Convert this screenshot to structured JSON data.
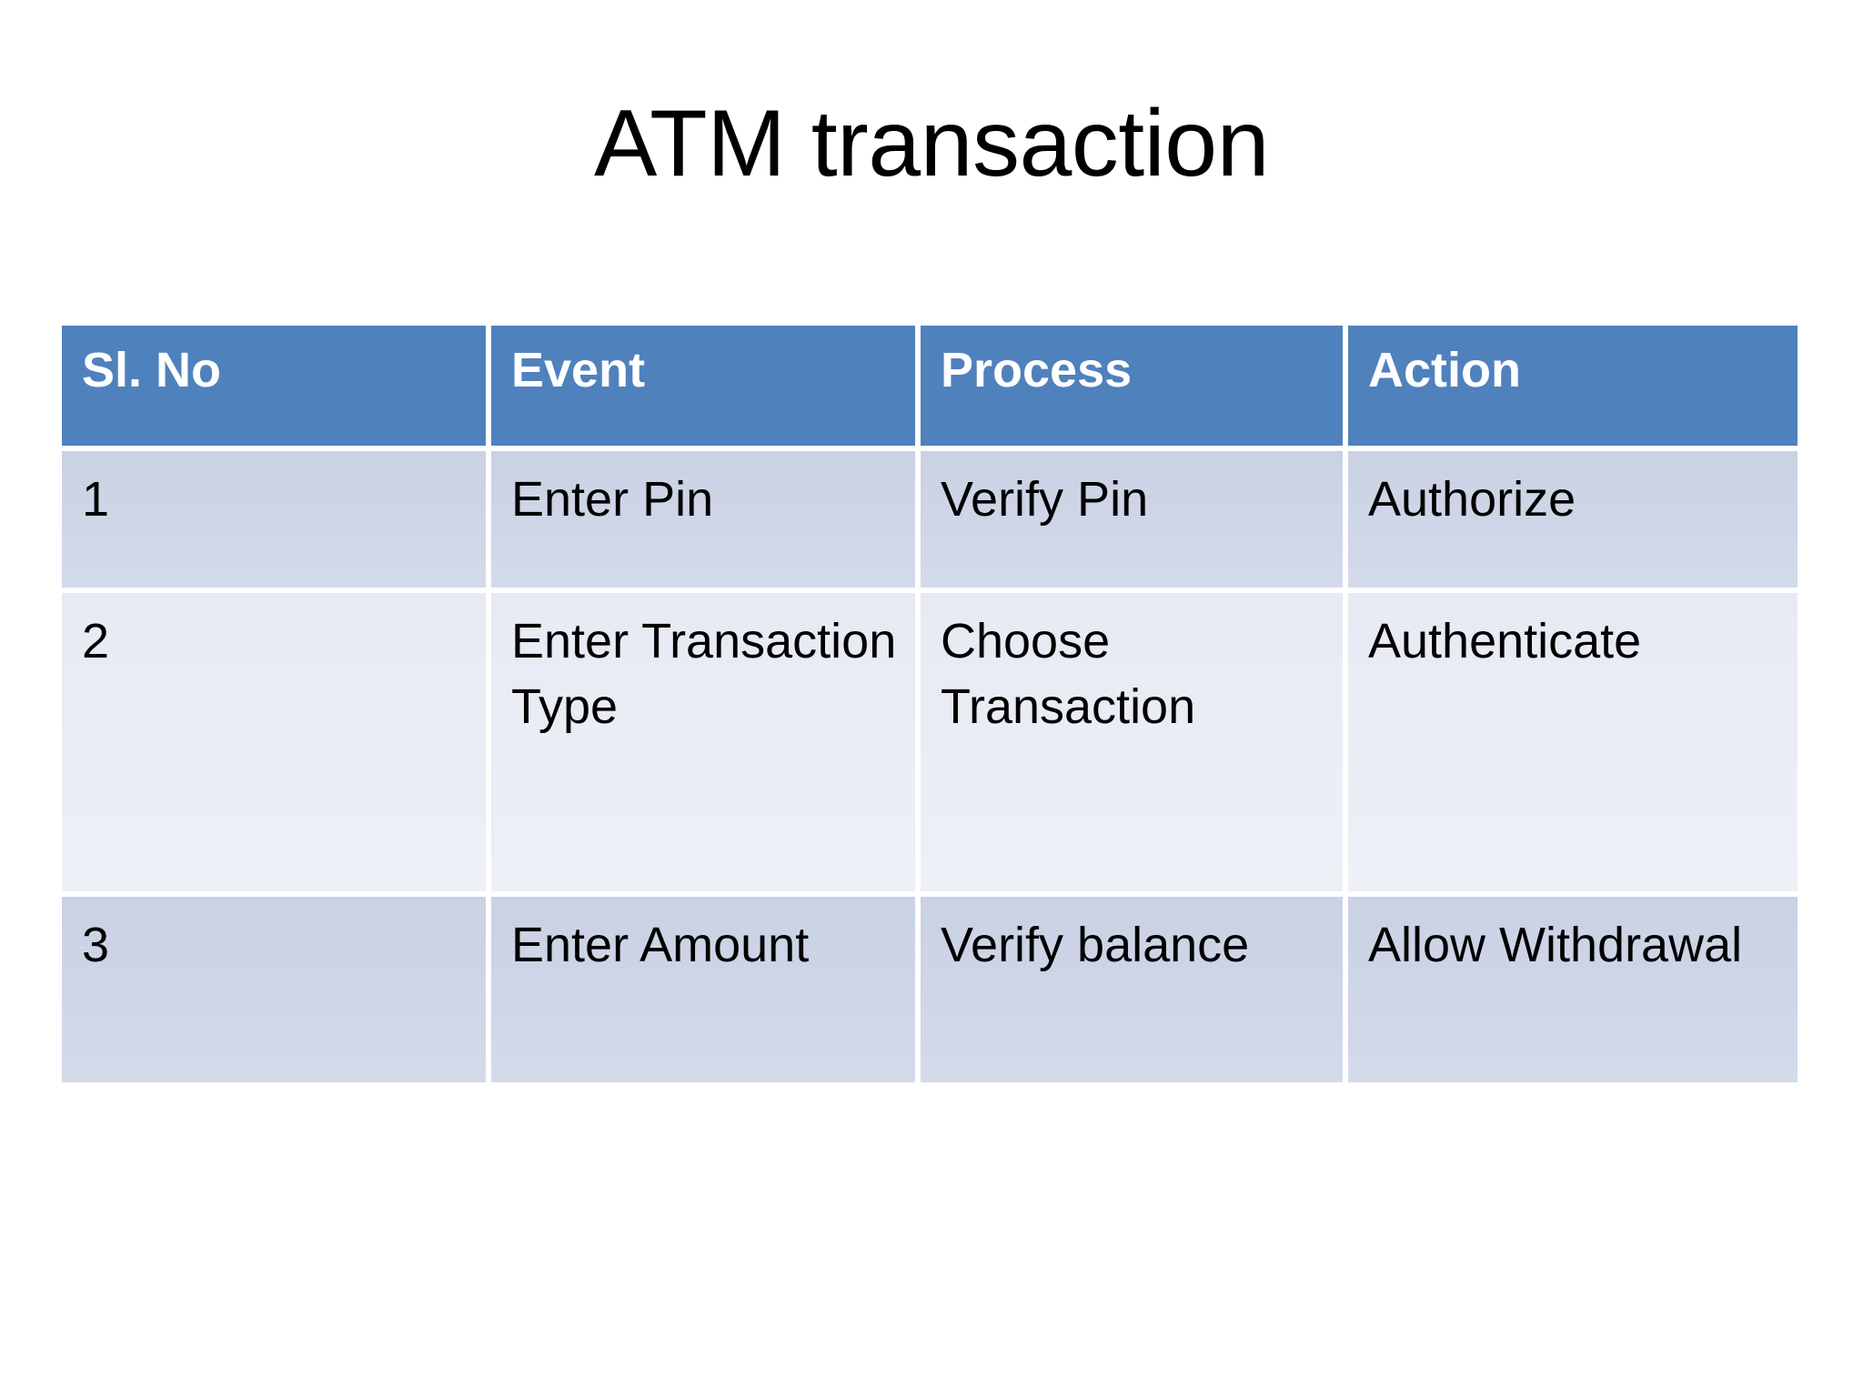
{
  "slide": {
    "title": "ATM transaction",
    "background_color": "#ffffff"
  },
  "theme": {
    "header_fill": "#4f81bd",
    "header_text_color": "#ffffff",
    "row_band_dark": "#ccd4e6",
    "row_band_light": "#e9ebf3",
    "body_text_color": "#000000",
    "cell_divider_color": "#ffffff"
  },
  "table": {
    "columns": [
      {
        "key": "sl_no",
        "label": "Sl. No"
      },
      {
        "key": "event",
        "label": "Event"
      },
      {
        "key": "process",
        "label": "Process"
      },
      {
        "key": "action",
        "label": "Action"
      }
    ],
    "rows": [
      {
        "sl_no": "1",
        "event": "Enter Pin",
        "process": "Verify Pin",
        "action": "Authorize"
      },
      {
        "sl_no": "2",
        "event": "Enter Transaction Type",
        "process": "Choose Transaction",
        "action": "Authenticate"
      },
      {
        "sl_no": "3",
        "event": "Enter Amount",
        "process": "Verify balance",
        "action": "Allow Withdrawal"
      }
    ]
  }
}
